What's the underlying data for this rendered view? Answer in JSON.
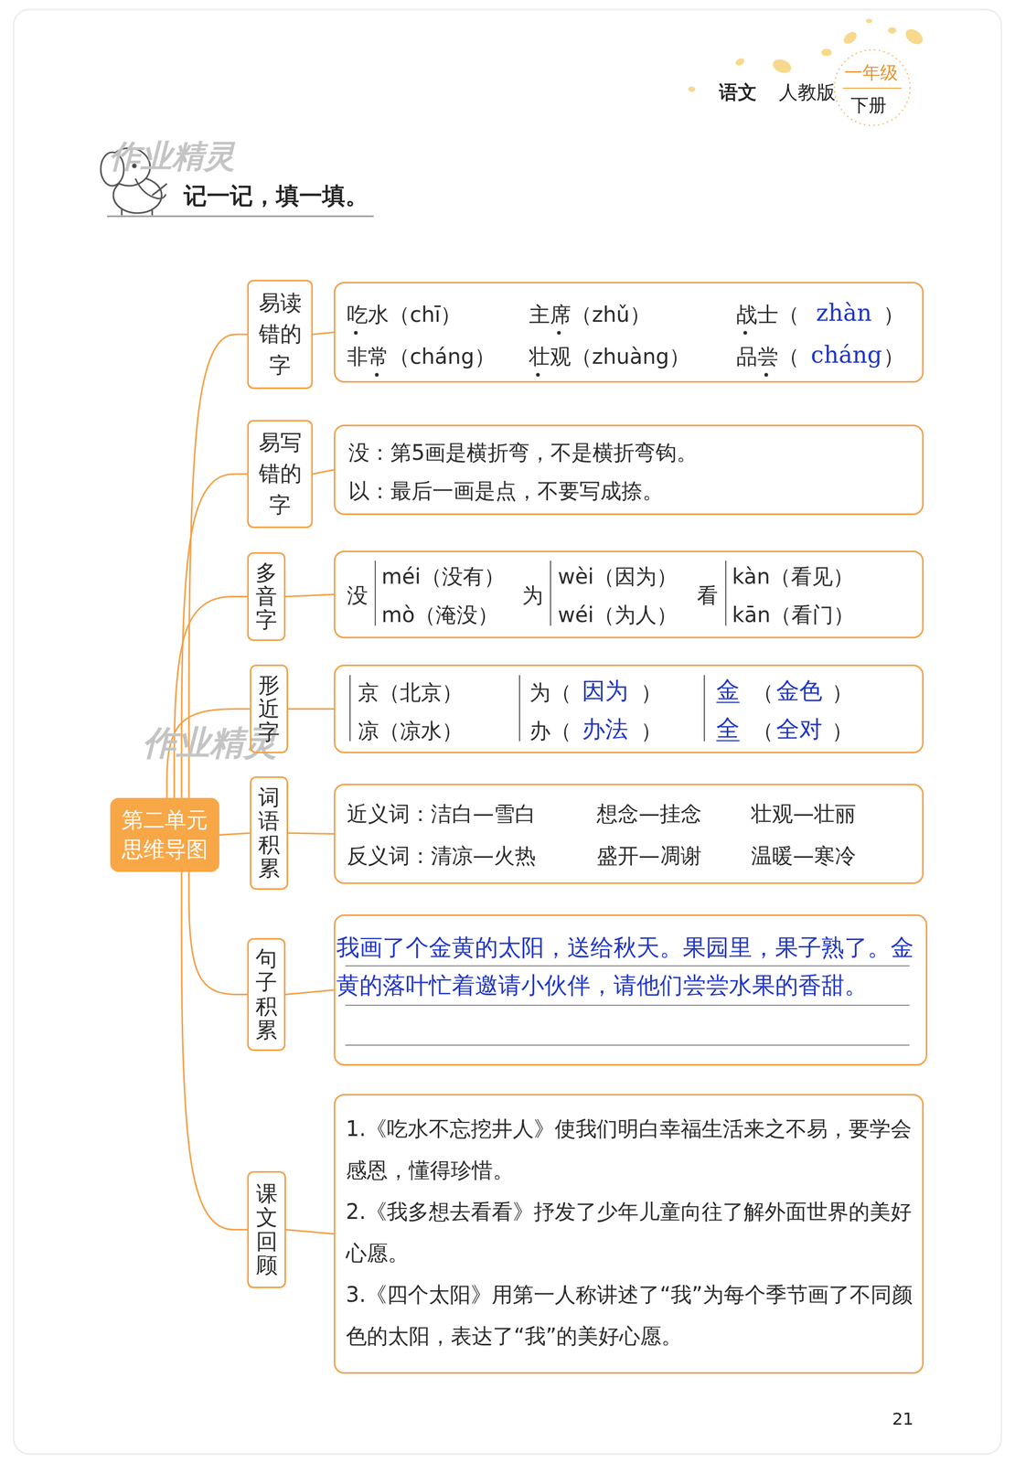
{
  "diagram": {
    "nodes": [
      {
        "text": [
          "第二单元 思维导图"
        ]
      },
      {
        "text": [
          "易读错的字"
        ]
      },
      {
        "text": [
          "吃水（chī）",
          "主席（zhǔ）",
          "战士（",
          "zhàn",
          "）",
          "非常（cháng）",
          "壮观（zhuàng）",
          "品尝（",
          "cháng",
          "）"
        ]
      },
      {
        "text": [
          "易写错的字"
        ]
      },
      {
        "text": [
          "没：第5画是横折弯，不是横折弯钩。",
          "以：最后一画是点，不要写成捺。"
        ]
      },
      {
        "text": [
          "多音字"
        ]
      },
      {
        "text": [
          "没",
          "méi（没有）",
          "mò（淹没）",
          "为",
          "wèi（因为）",
          "wéi（为人）",
          "看",
          "kàn（看见）",
          "kān（看门）"
        ]
      },
      {
        "text": [
          "形近字"
        ]
      },
      {
        "text": [
          "京（北京）",
          "凉（凉水）",
          "为（",
          "因为",
          "）",
          "办（",
          "办法",
          "）",
          "金",
          "（",
          "金色",
          "）",
          "全",
          "（",
          "全对",
          "）"
        ]
      },
      {
        "text": [
          "词语积累"
        ]
      },
      {
        "text": [
          "近义词：洁白—雪白",
          "想念—挂念",
          "壮观—壮丽",
          "反义词：清凉—火热",
          "盛开—凋谢",
          "温暖—寒冷"
        ]
      },
      {
        "text": [
          "句子积累"
        ]
      },
      {
        "text": [
          "我画了个金黄的太阳，送给秋天。果园里，果子熟了。金黄的落叶忙着邀请小伙伴，请他们尝尝水果的香甜。"
        ]
      },
      {
        "text": [
          "课文回顾"
        ]
      },
      {
        "text": [
          "1.《吃水不忘挖井人》使我们明白幸福生活来之不易，要学会感恩，懂得珍惜。",
          "2.《我多想去看看》抒发了少年儿童向往了解外面世界的美好心愿。",
          "3.《四个太阳》用第一人称讲述了“我”为每个季节画了不同颜色的太阳，表达了“我”的美好心愿。"
        ]
      }
    ],
    "edges": [
      {
        "from": 0,
        "to": 1,
        "arrow": "none"
      },
      {
        "from": 1,
        "to": 2,
        "arrow": "none"
      },
      {
        "from": 0,
        "to": 3,
        "arrow": "none"
      },
      {
        "from": 3,
        "to": 4,
        "arrow": "none"
      },
      {
        "from": 0,
        "to": 5,
        "arrow": "none"
      },
      {
        "from": 5,
        "to": 6,
        "arrow": "none"
      },
      {
        "from": 0,
        "to": 7,
        "arrow": "none"
      },
      {
        "from": 7,
        "to": 8,
        "arrow": "none"
      },
      {
        "from": 0,
        "to": 9,
        "arrow": "none"
      },
      {
        "from": 9,
        "to": 10,
        "arrow": "none"
      },
      {
        "from": 0,
        "to": 11,
        "arrow": "none"
      },
      {
        "from": 11,
        "to": 12,
        "arrow": "none"
      },
      {
        "from": 0,
        "to": 13,
        "arrow": "none"
      },
      {
        "from": 13,
        "to": 14,
        "arrow": "none"
      }
    ],
    "labels": [
      "语文",
      "人教版",
      "一年级",
      "下册",
      "记一记，填一填。",
      "作业精灵",
      "作业精灵",
      "21"
    ]
  }
}
